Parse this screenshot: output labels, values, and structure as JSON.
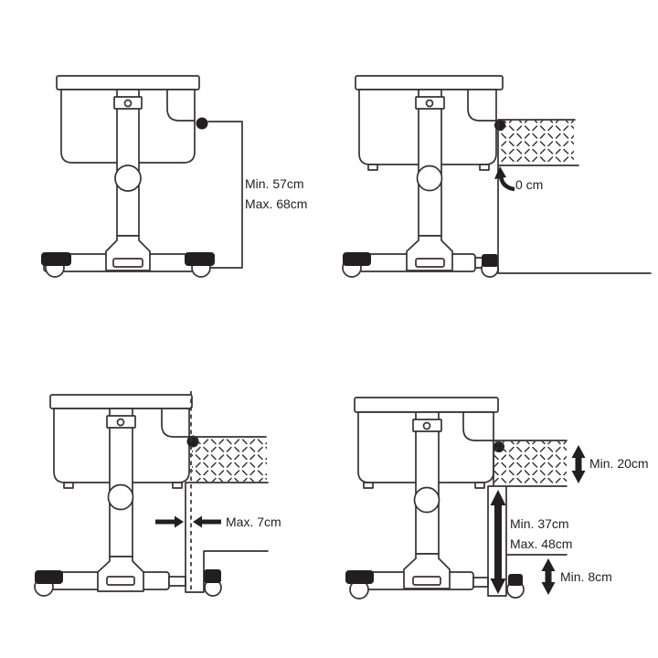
{
  "diagram": {
    "title_hidden": "",
    "top_left": {
      "label_min": "Min. 57cm",
      "label_max": "Max. 68cm"
    },
    "top_right": {
      "gap": "0 cm"
    },
    "bottom_left": {
      "overlap": "Max. 7cm"
    },
    "bottom_right": {
      "mattress_min": "Min. 20cm",
      "frame_min": "Min. 37cm",
      "frame_max": "Max. 48cm",
      "underbed_min": "Min. 8cm"
    },
    "colors": {
      "ink": "#383132",
      "text": "#231f20",
      "blk": "#231f20",
      "paper": "#ffffff"
    }
  }
}
